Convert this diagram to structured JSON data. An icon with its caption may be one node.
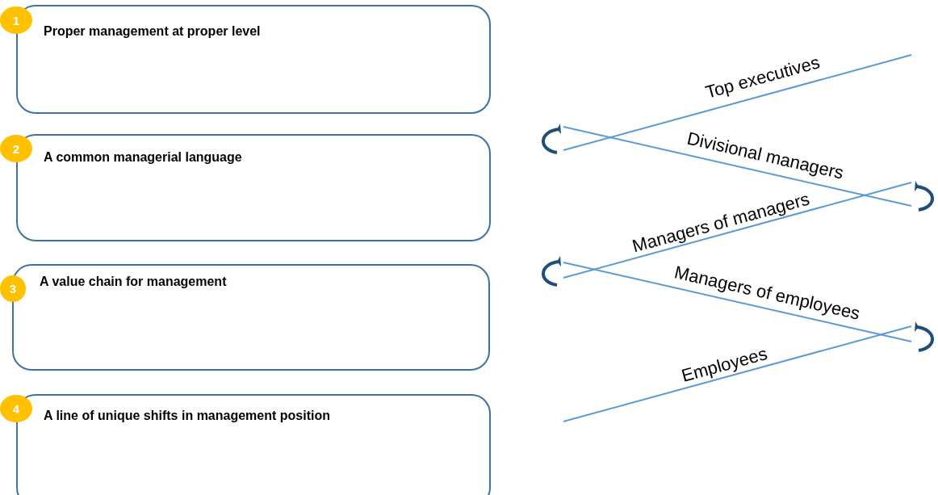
{
  "diagram": {
    "nodes": [
      {
        "text": [
          "Proper management at proper level"
        ]
      },
      {
        "text": [
          "1"
        ]
      },
      {
        "text": [
          "A common managerial language"
        ]
      },
      {
        "text": [
          "2"
        ]
      },
      {
        "text": [
          "A value chain for management"
        ]
      },
      {
        "text": [
          "3"
        ]
      },
      {
        "text": [
          "A line of unique shifts in management position"
        ]
      },
      {
        "text": [
          "4"
        ]
      }
    ],
    "labels": [
      "Top executives",
      "Divisional managers",
      "Managers of managers",
      "Managers of employees",
      "Employees"
    ]
  }
}
